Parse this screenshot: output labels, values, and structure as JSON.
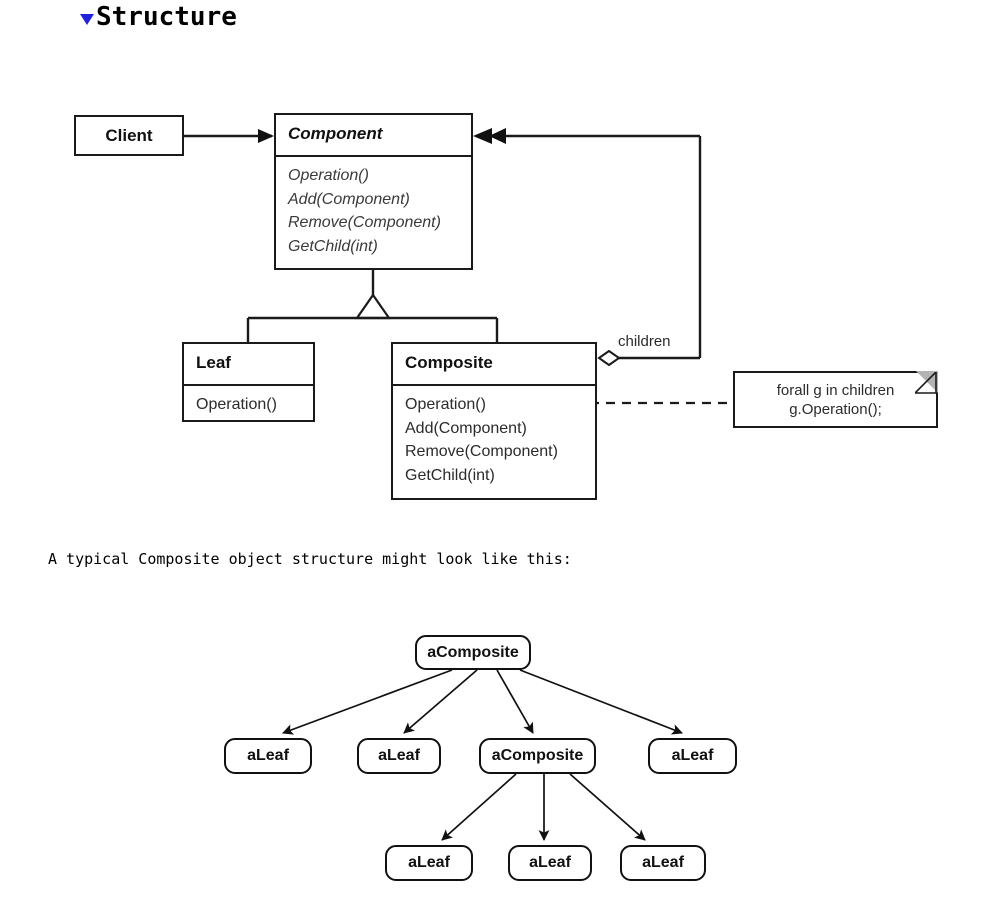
{
  "header": {
    "collapse_icon": "triangle-down-icon",
    "title": "Structure"
  },
  "class_diagram": {
    "client": {
      "name": "Client",
      "operations": []
    },
    "component": {
      "name": "Component",
      "abstract": true,
      "operations": [
        "Operation()",
        "Add(Component)",
        "Remove(Component)",
        "GetChild(int)"
      ]
    },
    "leaf": {
      "name": "Leaf",
      "abstract": false,
      "operations": [
        "Operation()"
      ]
    },
    "composite": {
      "name": "Composite",
      "abstract": false,
      "operations": [
        "Operation()",
        "Add(Component)",
        "Remove(Component)",
        "GetChild(int)"
      ]
    },
    "association_label": "children",
    "note": {
      "line1": "forall g in children",
      "line2": "g.Operation();"
    }
  },
  "body_text": "A typical Composite object structure might look like this:",
  "object_diagram": {
    "nodes": [
      {
        "id": "root",
        "label": "aComposite"
      },
      {
        "id": "leaf-1",
        "label": "aLeaf"
      },
      {
        "id": "leaf-2",
        "label": "aLeaf"
      },
      {
        "id": "composite-2",
        "label": "aComposite"
      },
      {
        "id": "leaf-3",
        "label": "aLeaf"
      },
      {
        "id": "leaf-4",
        "label": "aLeaf"
      },
      {
        "id": "leaf-5",
        "label": "aLeaf"
      },
      {
        "id": "leaf-6",
        "label": "aLeaf"
      }
    ]
  },
  "colors": {
    "stroke": "#1a1a1a",
    "accent": "#2222dd",
    "note_fold": "#b3b3b3",
    "background": "#ffffff"
  }
}
